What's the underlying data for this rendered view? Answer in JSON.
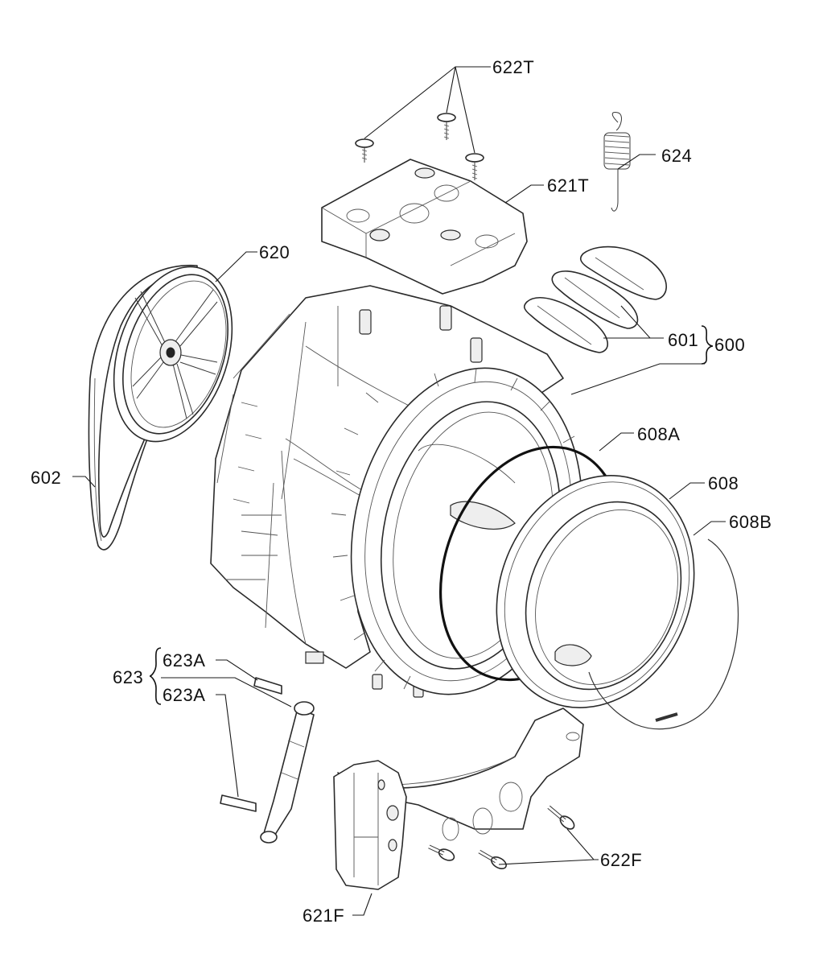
{
  "labels": {
    "screw_top": "622T",
    "spring": "624",
    "weight_top": "621T",
    "pulley": "620",
    "paddles": "601",
    "tub_assembly": "600",
    "belt": "602",
    "ring_clamp": "608A",
    "front_tub": "608",
    "gasket": "608B",
    "damper_group": "623",
    "damper_pin_1": "623A",
    "damper_pin_2": "623A",
    "screw_front": "622F",
    "weight_front": "621F"
  }
}
